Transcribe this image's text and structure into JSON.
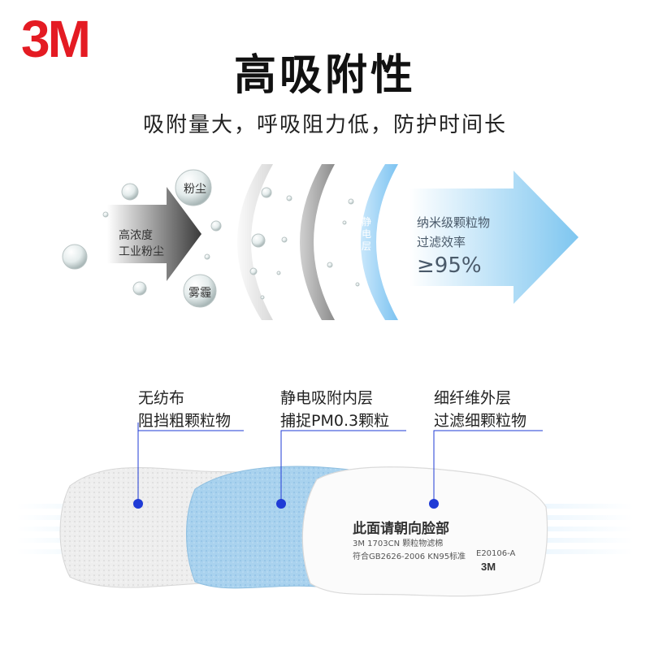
{
  "brand": {
    "logo_text": "3M",
    "logo_color": "#e41b23"
  },
  "header": {
    "title": "高吸附性",
    "subtitle": "吸附量大，呼吸阻力低，防护时间长"
  },
  "diagram": {
    "input_label_line1": "高浓度",
    "input_label_line2": "工业粉尘",
    "dust_label": "粉尘",
    "haze_label": "雾霾",
    "static_layer_label": [
      "静",
      "电",
      "层"
    ],
    "efficiency_line1": "纳米级颗粒物",
    "efficiency_line2": "过滤效率",
    "efficiency_value": "≥95%"
  },
  "layers": [
    {
      "line1": "无纺布",
      "line2": "阻挡粗颗粒物"
    },
    {
      "line1": "静电吸附内层",
      "line2": "捕捉PM0.3颗粒"
    },
    {
      "line1": "细纤维外层",
      "line2": "过滤细颗粒物"
    }
  ],
  "filter_card": {
    "title": "此面请朝向脸部",
    "line2": "3M  1703CN  颗粒物滤棉",
    "line3": "符合GB2626-2006  KN95标准",
    "code": "E20106-A",
    "logo": "3M"
  },
  "colors": {
    "accent_blue": "#1f3bd6",
    "filter_blue": "#9cc9e8",
    "arrow_blue": "#8fcdf0"
  }
}
